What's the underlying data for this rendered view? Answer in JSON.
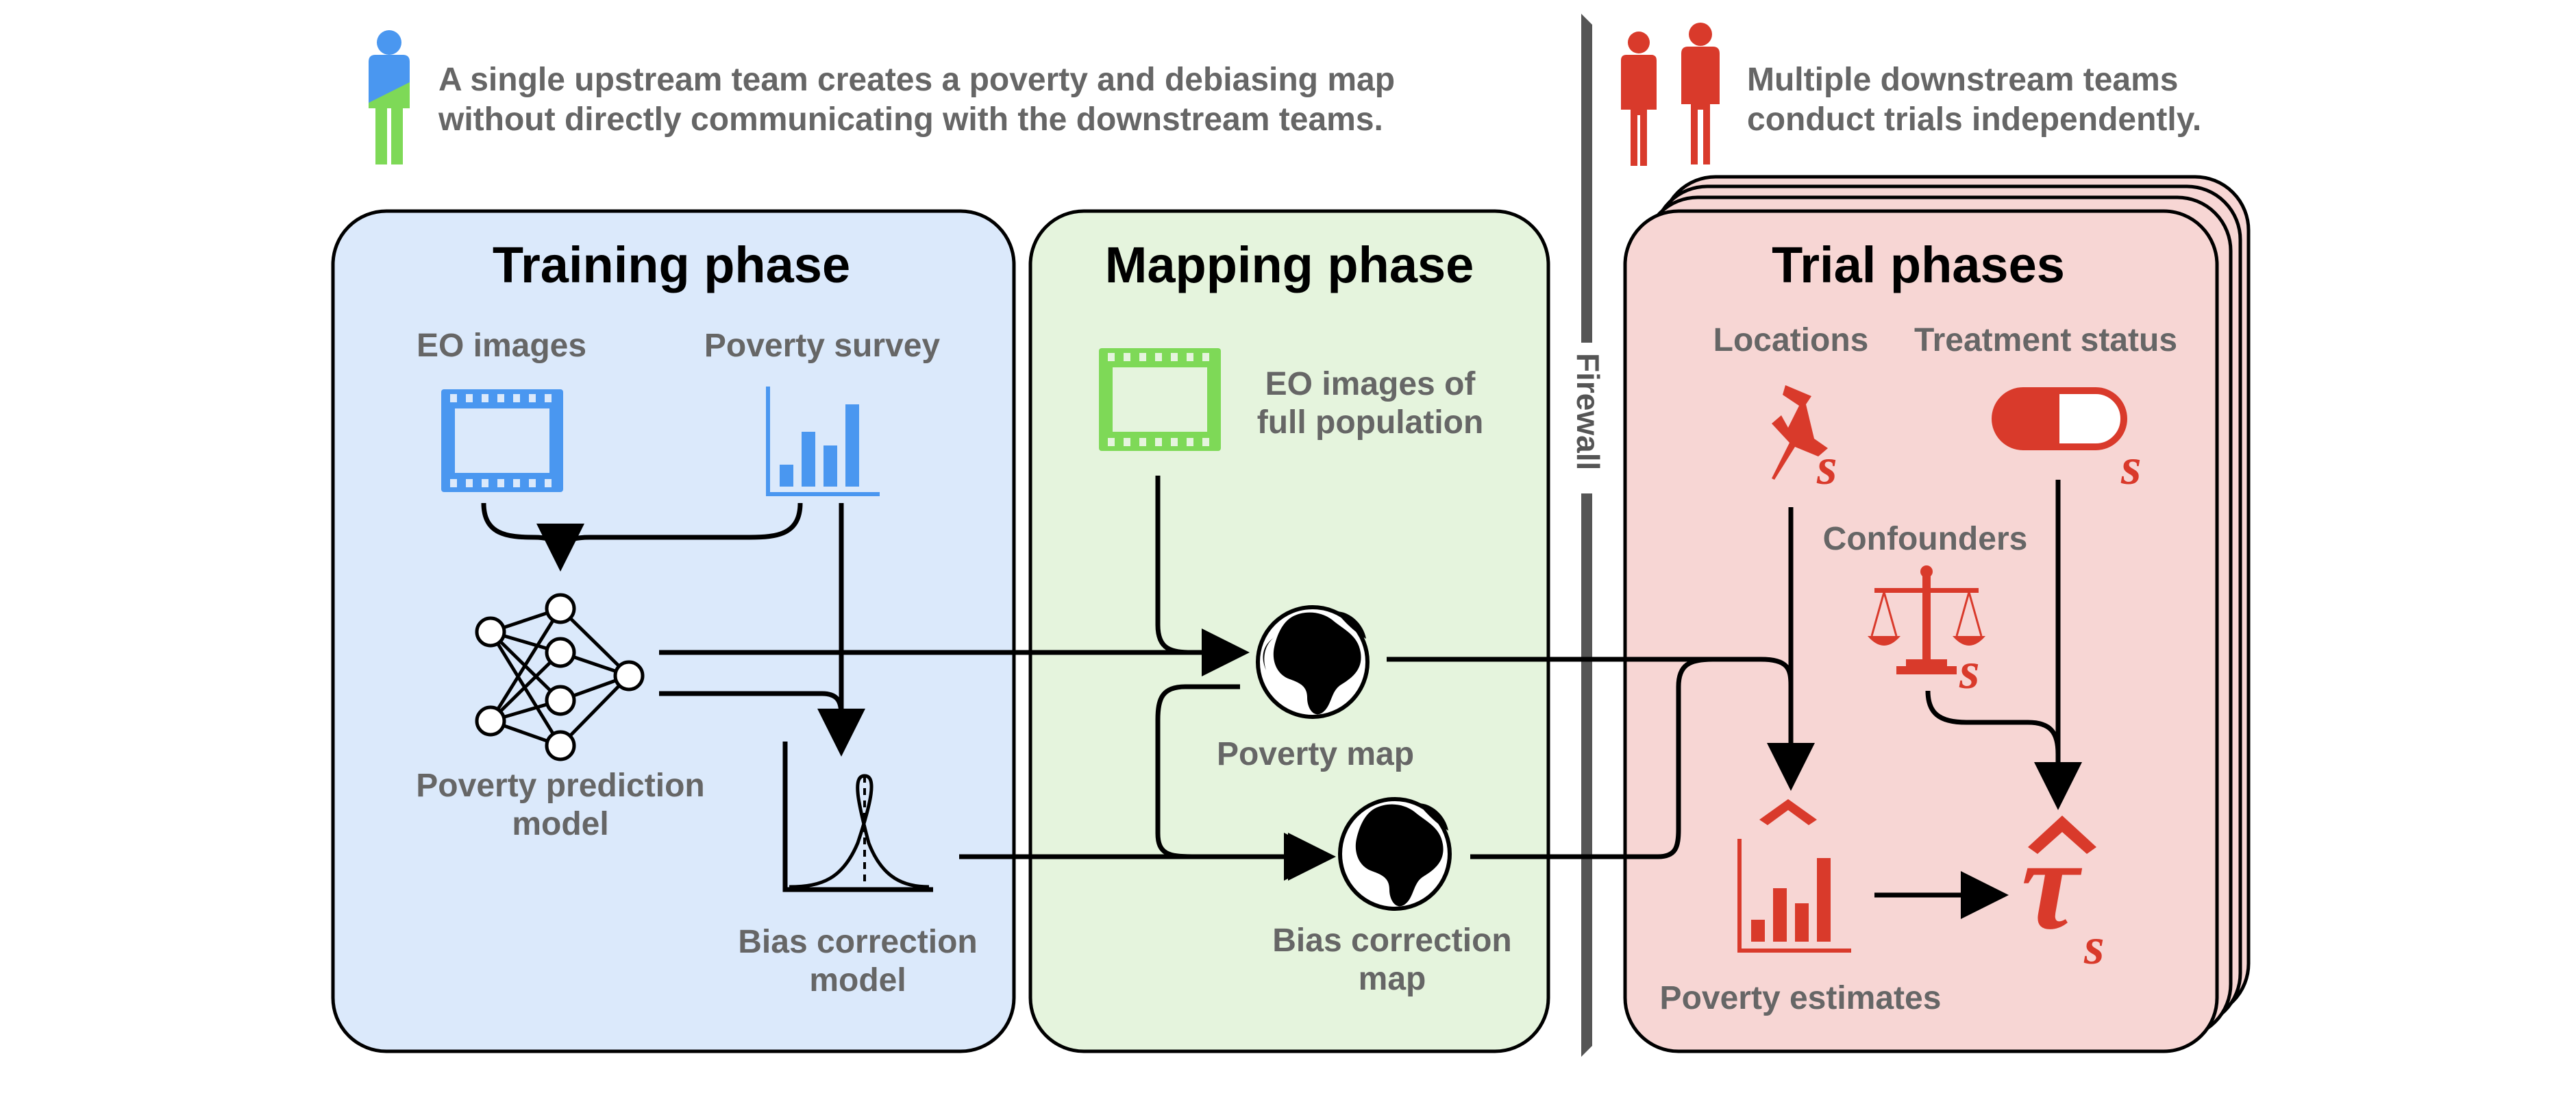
{
  "header": {
    "upstream_line1": "A single upstream team creates a poverty and debiasing map",
    "upstream_line2": "without directly communicating with the downstream teams.",
    "downstream_line1": "Multiple downstream teams",
    "downstream_line2": "conduct trials independently."
  },
  "firewall": {
    "label": "Firewall"
  },
  "training": {
    "title": "Training phase",
    "eo_images": "EO images",
    "poverty_survey": "Poverty survey",
    "model_line1": "Poverty prediction",
    "model_line2": "model",
    "bias_line1": "Bias correction",
    "bias_line2": "model"
  },
  "mapping": {
    "title": "Mapping phase",
    "eo_line1": "EO images of",
    "eo_line2": "full population",
    "poverty_map": "Poverty map",
    "bias_map_line1": "Bias correction",
    "bias_map_line2": "map"
  },
  "trial": {
    "title": "Trial phases",
    "locations": "Locations",
    "treatment": "Treatment status",
    "confounders": "Confounders",
    "estimates": "Poverty estimates",
    "subscript": "s",
    "tau": "τ",
    "hat": "^"
  },
  "colors": {
    "training_bg": "#dbe9fb",
    "mapping_bg": "#e5f4dd",
    "trial_bg": "#f7d6d4",
    "blue": "#4a97f0",
    "green": "#7ed957",
    "red": "#d93a2b",
    "gray_text": "#666666",
    "firewall": "#555555"
  }
}
